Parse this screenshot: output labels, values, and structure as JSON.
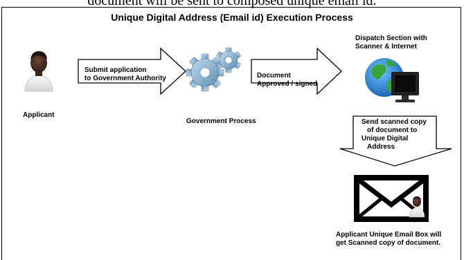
{
  "top_caption": "document will be sent to composed unique email id.",
  "title": "Unique Digital Address (Email id) Execution Process",
  "nodes": {
    "applicant": "Applicant",
    "government": "Government Process",
    "dispatch_line1": "Dispatch Section with",
    "dispatch_line2": "Scanner & Internet",
    "mailbox_line1": "Applicant Unique Email Box will",
    "mailbox_line2": "get Scanned copy of document."
  },
  "arrows": {
    "submit_line1": "Submit application",
    "submit_line2": "to Government Authority",
    "approved_line1": "Document",
    "approved_line2": "Approved / signed",
    "send_line1": "Send scanned copy",
    "send_line2": "of document to",
    "send_line3": "Unique Digital",
    "send_line4": "Address"
  },
  "icons": [
    "person-icon",
    "gears-icon",
    "globe-monitor-icon",
    "envelope-icon"
  ]
}
